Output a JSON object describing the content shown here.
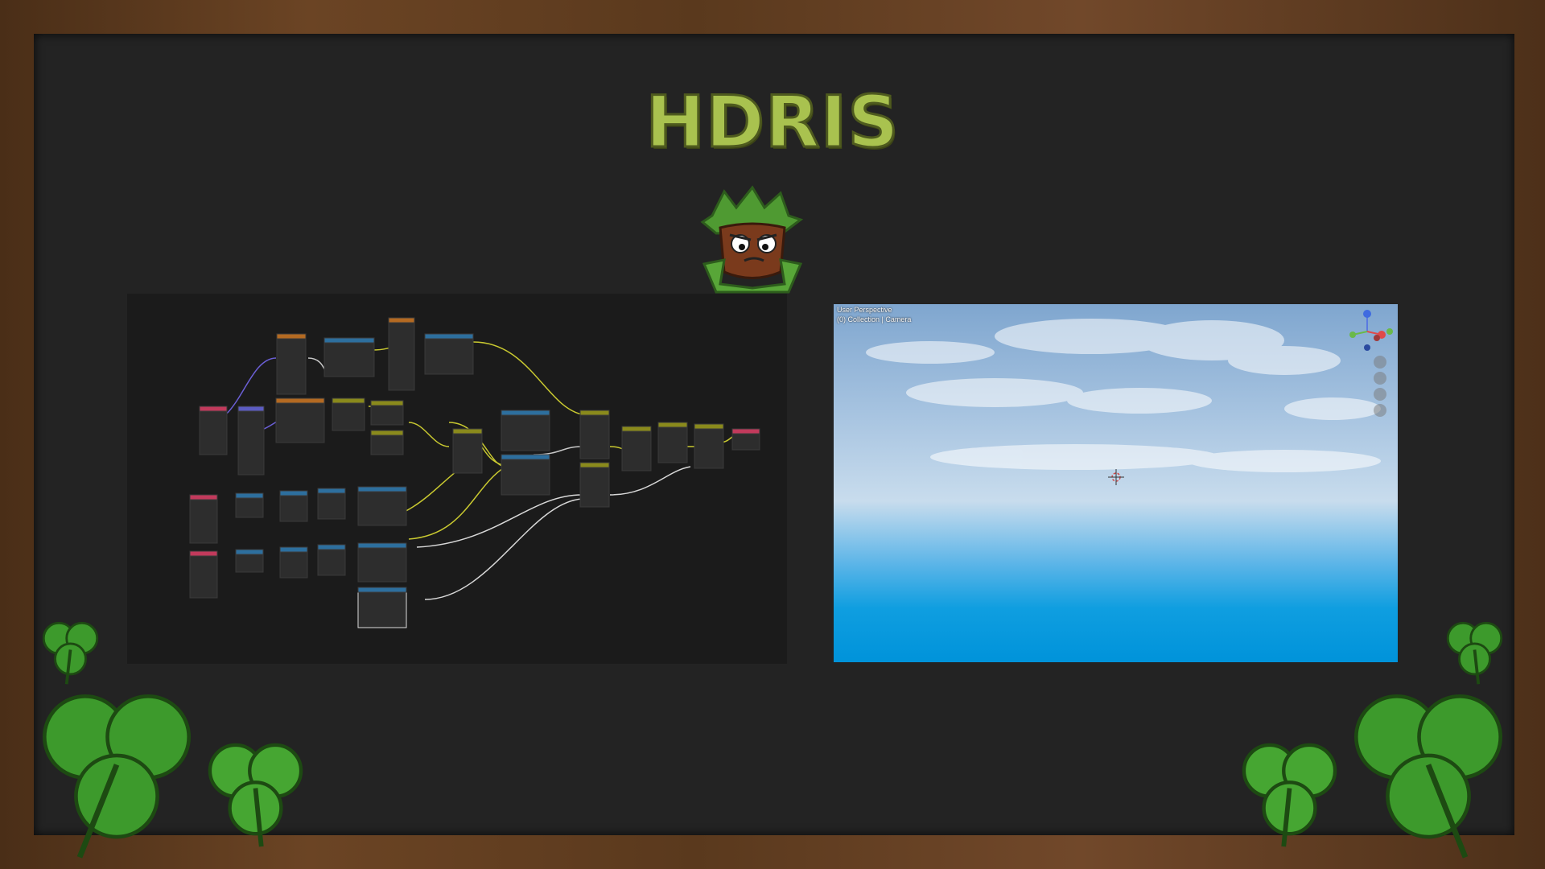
{
  "slide": {
    "title": "HDRIS"
  },
  "node_editor": {
    "type": "screenshot",
    "description_icon": "node-graph"
  },
  "viewport": {
    "perspective_label": "User Perspective",
    "collection_label": "(0) Collection | Camera",
    "tools": [
      "zoom-icon",
      "hand-icon",
      "camera-icon",
      "grid-icon"
    ]
  },
  "colors": {
    "title_fill": "#a9c24f",
    "board": "#232323",
    "frame": "#5a3a20",
    "clover": "#3d9a2c"
  }
}
